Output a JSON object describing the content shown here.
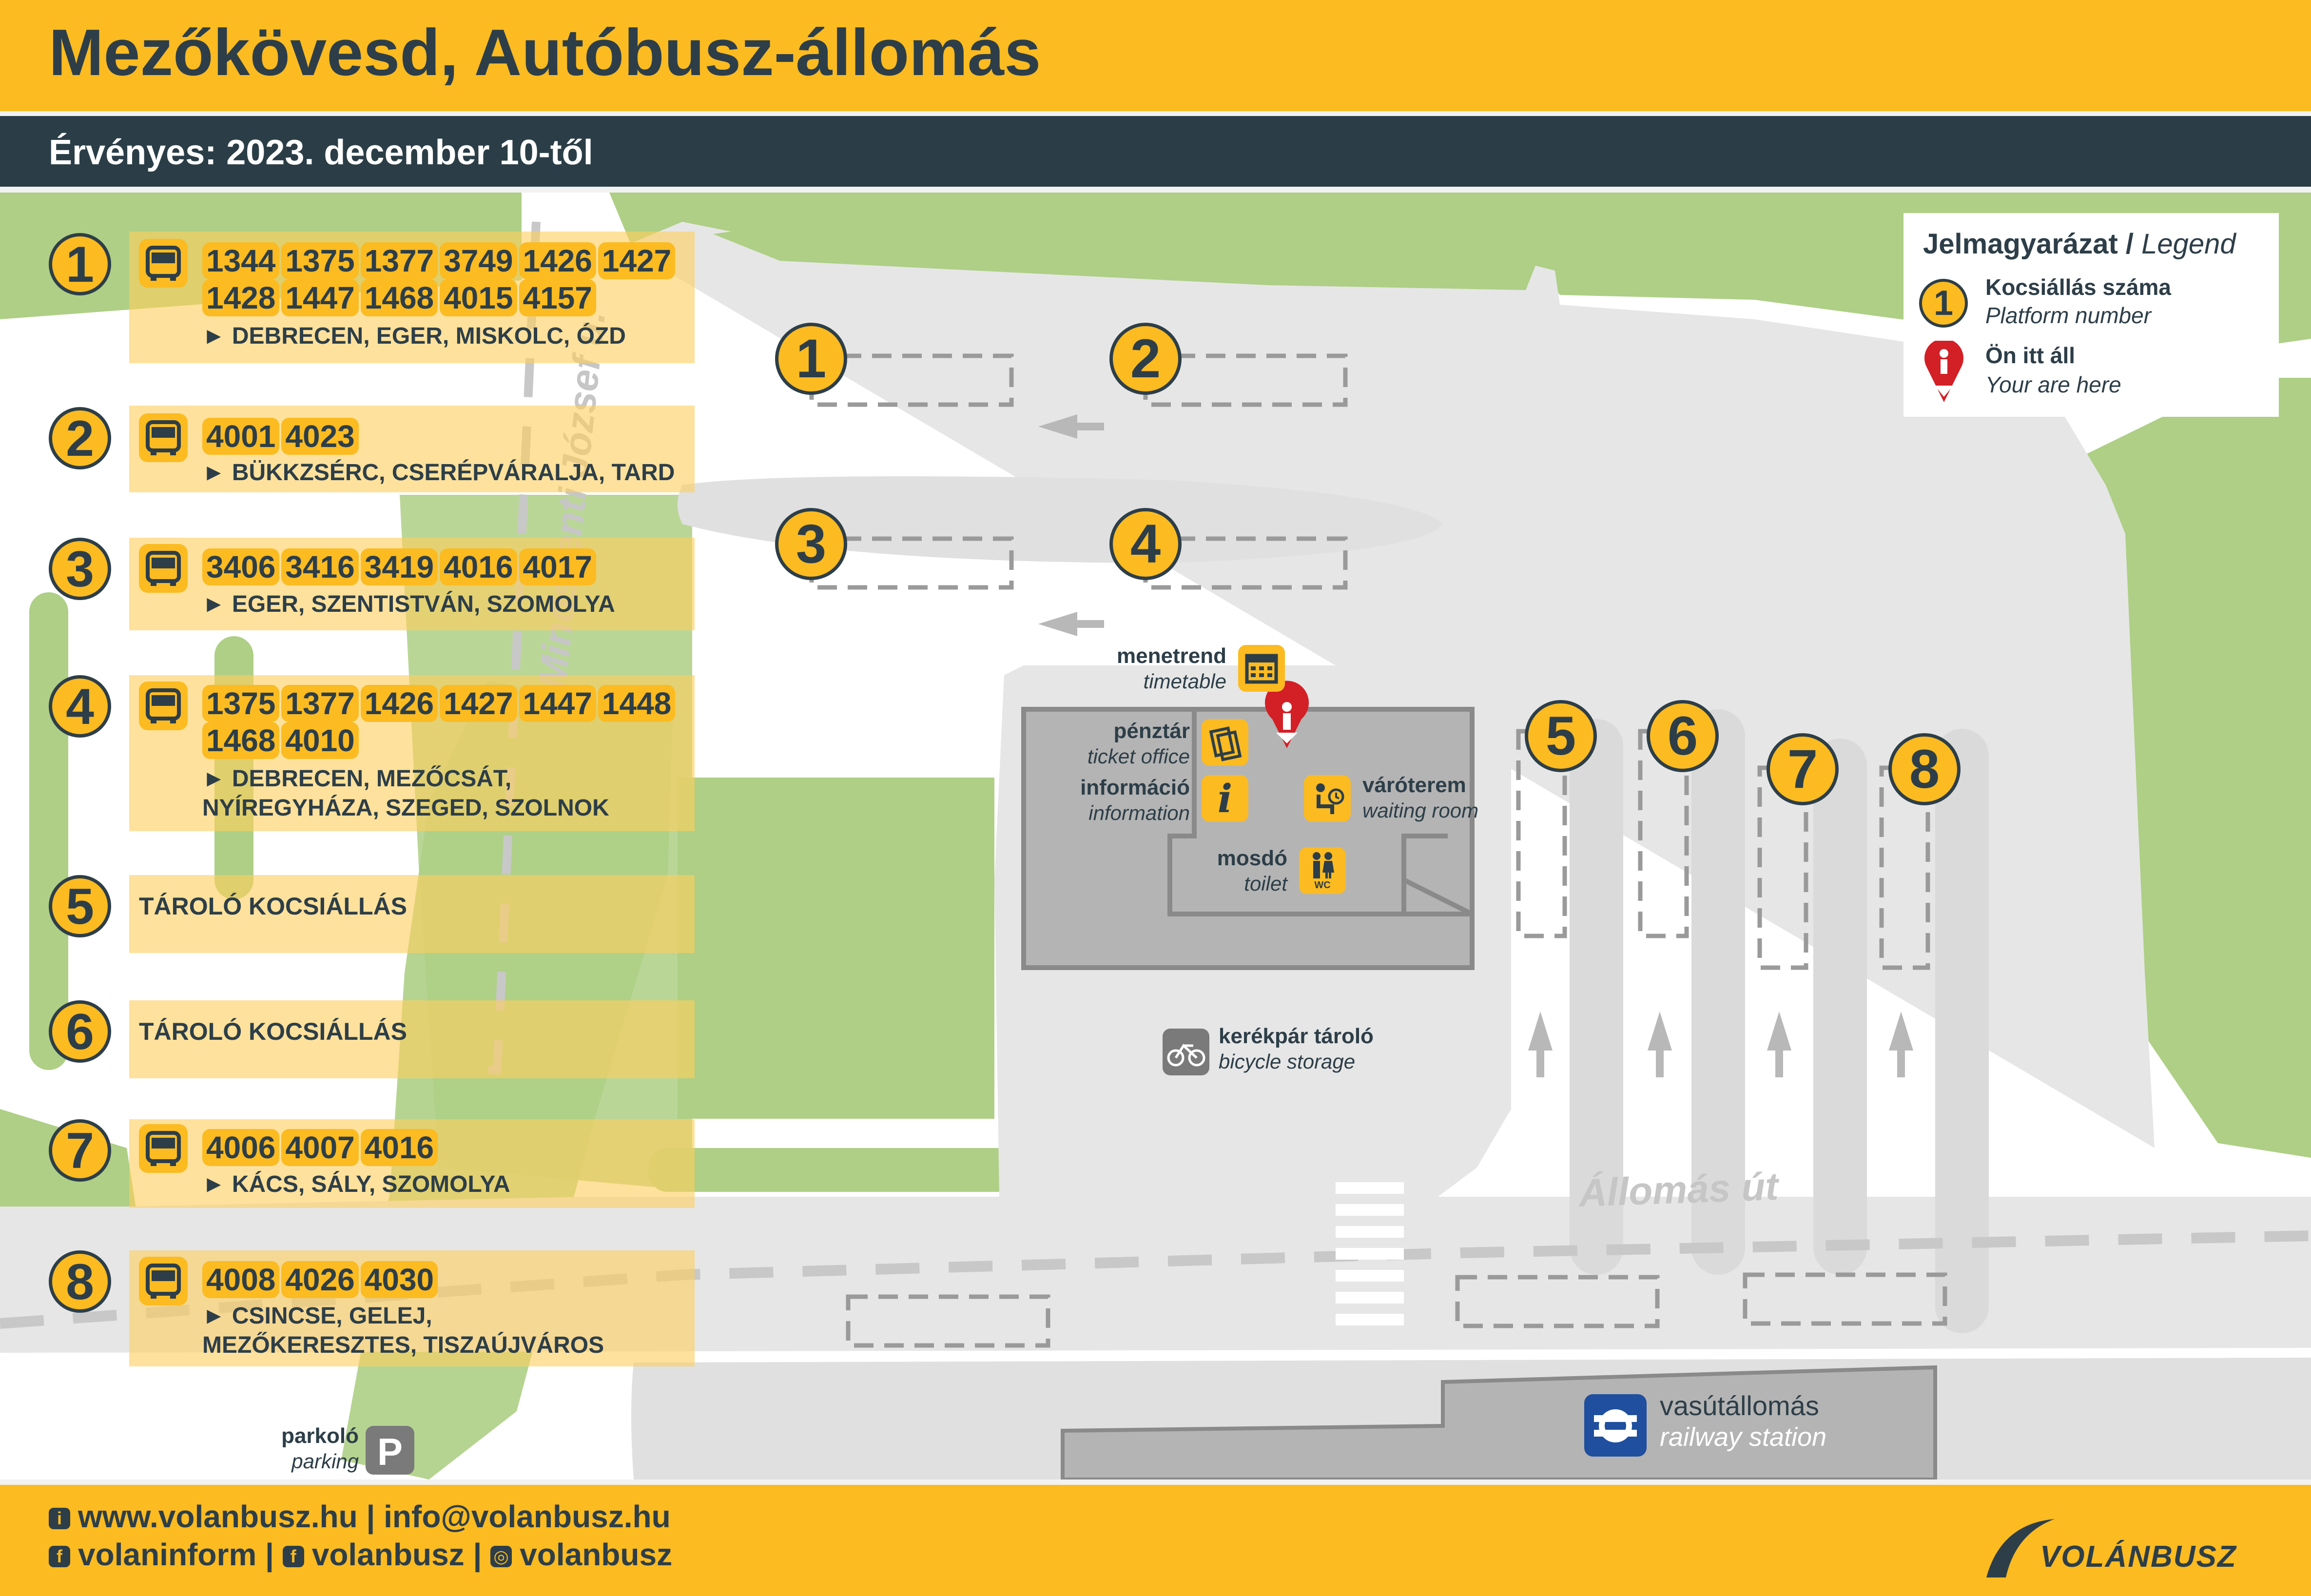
{
  "header": {
    "title": "Mezőkövesd, Autóbusz-állomás",
    "valid_from": "Érvényes: 2023. december 10-től"
  },
  "colors": {
    "accent": "#fbbb21",
    "dark": "#2d3e48",
    "green": "#aecf85",
    "road": "#e6e6e6",
    "building": "#b4b4b4",
    "pin_red": "#d31f26",
    "mav_blue": "#1f4f9e"
  },
  "platforms": [
    {
      "number": "1",
      "lines": [
        "1344",
        "1375",
        "1377",
        "3749",
        "1426",
        "1427",
        "1428",
        "1447",
        "1468",
        "4015",
        "4157"
      ],
      "destinations": "► DEBRECEN, EGER, MISKOLC, ÓZD"
    },
    {
      "number": "2",
      "lines": [
        "4001",
        "4023"
      ],
      "destinations": "► BÜKKZSÉRC, CSERÉPVÁRALJA, TARD"
    },
    {
      "number": "3",
      "lines": [
        "3406",
        "3416",
        "3419",
        "4016",
        "4017"
      ],
      "destinations": "► EGER, SZENTISTVÁN, SZOMOLYA"
    },
    {
      "number": "4",
      "lines": [
        "1375",
        "1377",
        "1426",
        "1427",
        "1447",
        "1448",
        "1468",
        "4010"
      ],
      "destinations": "► DEBRECEN, MEZŐCSÁT, NYÍREGYHÁZA, SZEGED, SZOLNOK"
    },
    {
      "number": "5",
      "storage": "TÁROLÓ KOCSIÁLLÁS"
    },
    {
      "number": "6",
      "storage": "TÁROLÓ KOCSIÁLLÁS"
    },
    {
      "number": "7",
      "lines": [
        "4006",
        "4007",
        "4016"
      ],
      "destinations": "► KÁCS, SÁLY, SZOMOLYA"
    },
    {
      "number": "8",
      "lines": [
        "4008",
        "4026",
        "4030"
      ],
      "destinations": "► CSINCSE, GELEJ, MEZŐKERESZTES, TISZAÚJVÁROS"
    }
  ],
  "map": {
    "street_west": "Mindszenti József u.",
    "street_south": "Állomás út",
    "facilities": {
      "timetable": {
        "hu": "menetrend",
        "en": "timetable"
      },
      "ticket_office": {
        "hu": "pénztár",
        "en": "ticket office"
      },
      "information": {
        "hu": "információ",
        "en": "information"
      },
      "waiting_room": {
        "hu": "váróterem",
        "en": "waiting room"
      },
      "toilet": {
        "hu": "mosdó",
        "en": "toilet"
      },
      "bicycle_storage": {
        "hu": "kerékpár tároló",
        "en": "bicycle storage"
      },
      "parking": {
        "hu": "parkoló",
        "en": "parking"
      },
      "railway_station": {
        "hu": "vasútállomás",
        "en": "railway station"
      }
    },
    "icons": {
      "timetable": "calendar-icon",
      "ticket_office": "ticket-icon",
      "information": "info-icon",
      "waiting_room": "waiting-seat-icon",
      "toilet": "wc-icon",
      "bicycle_storage": "bicycle-icon",
      "parking": "parking-icon",
      "railway_station": "mav-logo-icon",
      "you_are_here": "location-pin-icon",
      "bus": "bus-icon"
    },
    "toilet_badge": "WC",
    "info_glyph": "i",
    "parking_glyph": "P"
  },
  "legend": {
    "title_hu": "Jelmagyarázat",
    "title_sep": " / ",
    "title_en": "Legend",
    "platform_sample": "1",
    "platform_hu": "Kocsiállás száma",
    "platform_en": "Platform number",
    "here_hu": "Ön itt áll",
    "here_en": "Your are here"
  },
  "footer": {
    "line1_web": "www.volanbusz.hu",
    "line1_sep": " | ",
    "line1_mail": "info@volanbusz.hu",
    "line2_a": "volaninform",
    "line2_sep": " | ",
    "line2_b": "volanbusz",
    "line2_c": "volanbusz",
    "brand": "VOLÁNBUSZ"
  }
}
